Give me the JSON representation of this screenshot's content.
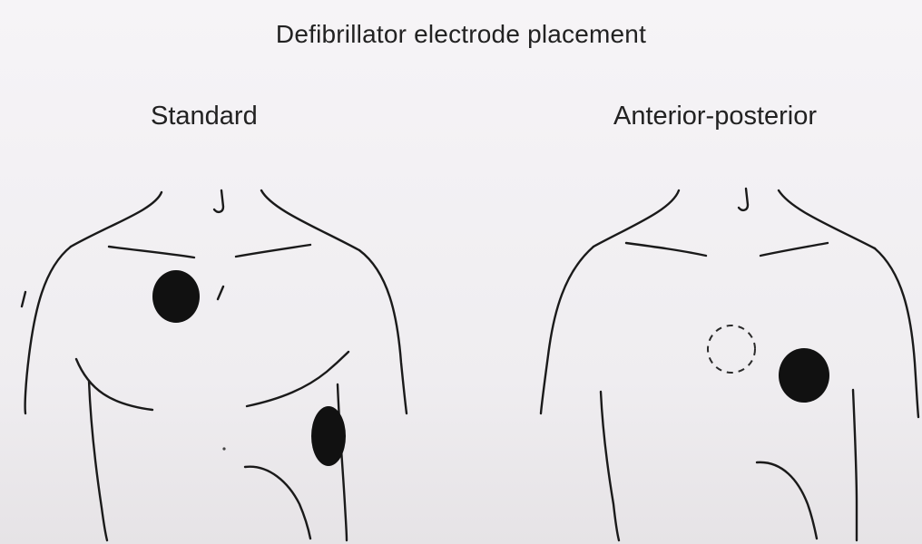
{
  "title": "Defibrillator electrode placement",
  "panels": [
    {
      "label": "Standard"
    },
    {
      "label": "Anterior-posterior"
    }
  ]
}
